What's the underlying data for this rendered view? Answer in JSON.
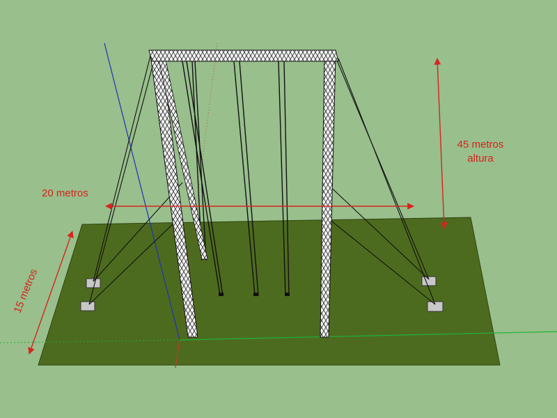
{
  "labels": {
    "width": "20 metros",
    "height_line1": "45 metros",
    "height_line2": "altura",
    "depth": "15 metros"
  },
  "colors": {
    "background": "#98bf8c",
    "ground": "#4d6b1e",
    "dimension": "#d8231f",
    "axis_blue": "#1d33b5",
    "axis_green": "#1fb23a",
    "axis_red": "#c0392b",
    "structure": "#1a1a1a",
    "anchor": "#c8c8c8"
  }
}
